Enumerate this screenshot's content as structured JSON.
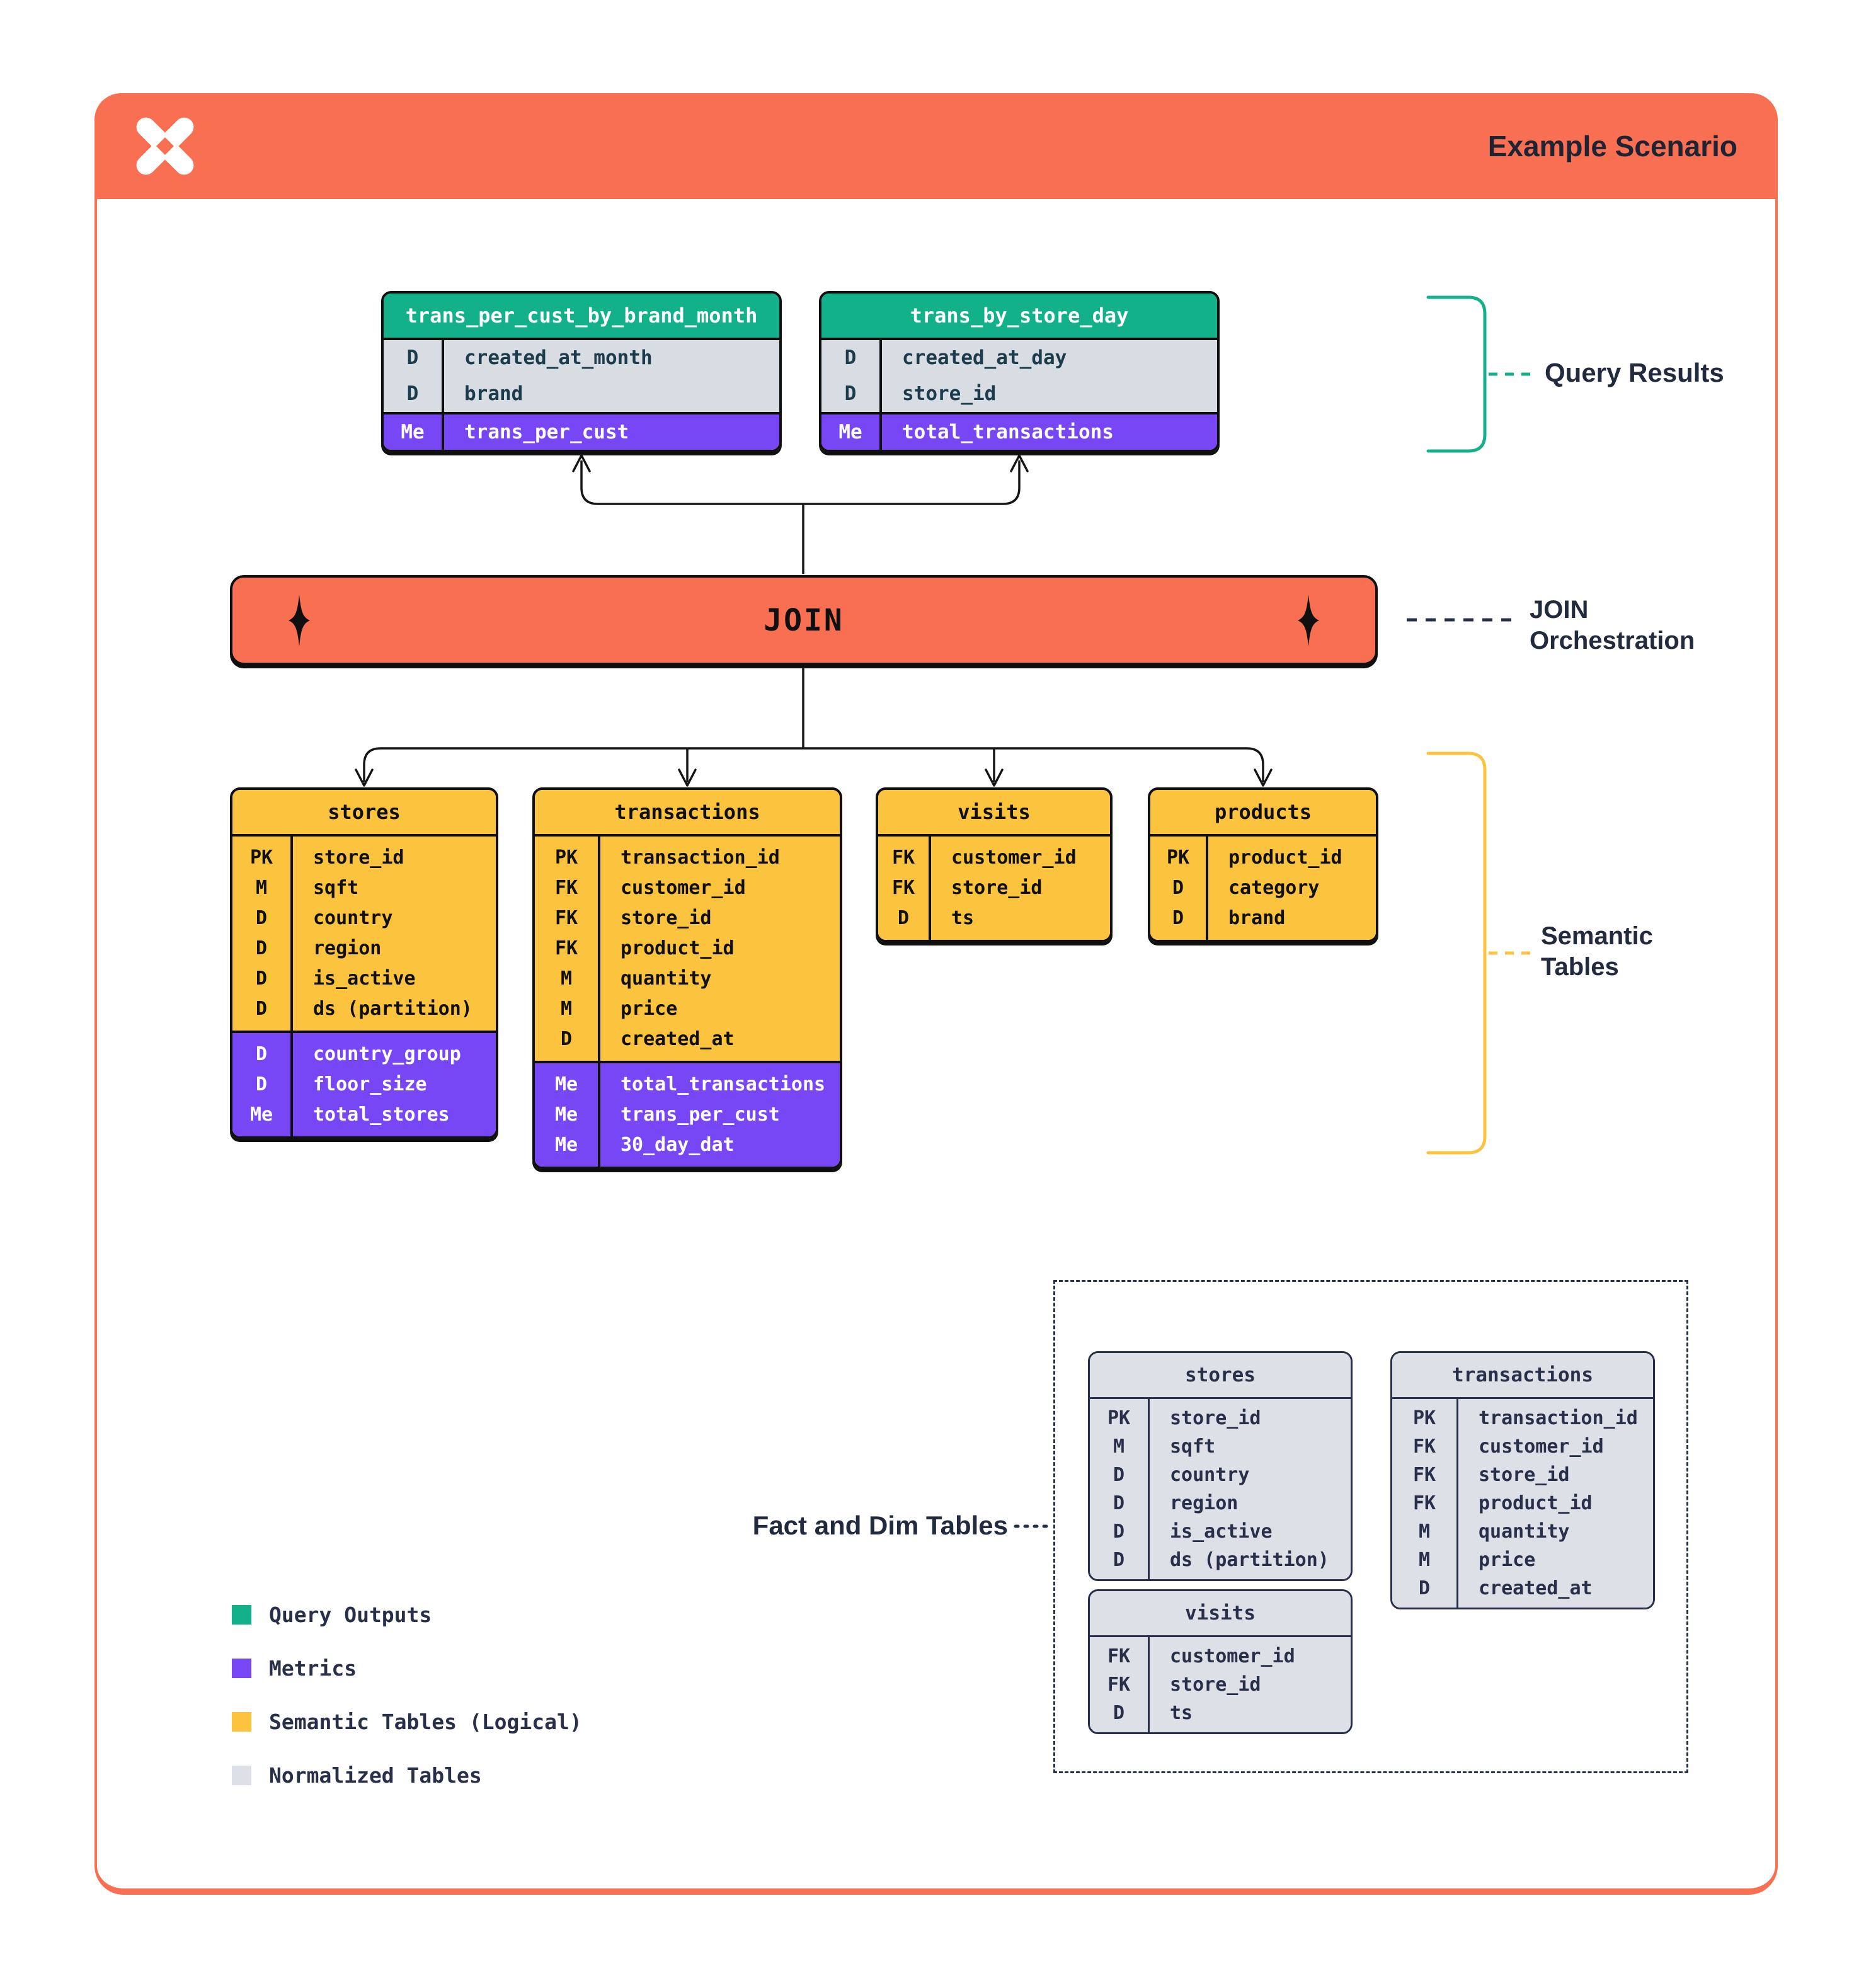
{
  "header": {
    "title": "Example Scenario"
  },
  "join": {
    "label": "JOIN"
  },
  "annotations": {
    "query_results": "Query Results",
    "join_line1": "JOIN",
    "join_line2": "Orchestration",
    "semantic_line1": "Semantic",
    "semantic_line2": "Tables",
    "fact_dim": "Fact and Dim Tables"
  },
  "query_tables": [
    {
      "name": "trans_per_cust_by_brand_month",
      "sections": [
        {
          "kind": "dims",
          "rows": [
            [
              "D",
              "created_at_month"
            ],
            [
              "D",
              "brand"
            ]
          ]
        },
        {
          "kind": "metrics",
          "rows": [
            [
              "Me",
              "trans_per_cust"
            ]
          ]
        }
      ]
    },
    {
      "name": "trans_by_store_day",
      "sections": [
        {
          "kind": "dims",
          "rows": [
            [
              "D",
              "created_at_day"
            ],
            [
              "D",
              "store_id"
            ]
          ]
        },
        {
          "kind": "metrics",
          "rows": [
            [
              "Me",
              "total_transactions"
            ]
          ]
        }
      ]
    }
  ],
  "semantic_tables": [
    {
      "name": "stores",
      "sections": [
        {
          "kind": "fields",
          "rows": [
            [
              "PK",
              "store_id"
            ],
            [
              "M",
              "sqft"
            ],
            [
              "D",
              "country"
            ],
            [
              "D",
              "region"
            ],
            [
              "D",
              "is_active"
            ],
            [
              "D",
              "ds (partition)"
            ]
          ]
        },
        {
          "kind": "metrics",
          "rows": [
            [
              "D",
              "country_group"
            ],
            [
              "D",
              "floor_size"
            ],
            [
              "Me",
              "total_stores"
            ]
          ]
        }
      ]
    },
    {
      "name": "transactions",
      "sections": [
        {
          "kind": "fields",
          "rows": [
            [
              "PK",
              "transaction_id"
            ],
            [
              "FK",
              "customer_id"
            ],
            [
              "FK",
              "store_id"
            ],
            [
              "FK",
              "product_id"
            ],
            [
              "M",
              "quantity"
            ],
            [
              "M",
              "price"
            ],
            [
              "D",
              "created_at"
            ]
          ]
        },
        {
          "kind": "metrics",
          "rows": [
            [
              "Me",
              "total_transactions"
            ],
            [
              "Me",
              "trans_per_cust"
            ],
            [
              "Me",
              "30_day_dat"
            ]
          ]
        }
      ]
    },
    {
      "name": "visits",
      "sections": [
        {
          "kind": "fields",
          "rows": [
            [
              "FK",
              "customer_id"
            ],
            [
              "FK",
              "store_id"
            ],
            [
              "D",
              "ts"
            ]
          ]
        }
      ]
    },
    {
      "name": "products",
      "sections": [
        {
          "kind": "fields",
          "rows": [
            [
              "PK",
              "product_id"
            ],
            [
              "D",
              "category"
            ],
            [
              "D",
              "brand"
            ]
          ]
        }
      ]
    }
  ],
  "normalized_tables": [
    {
      "name": "stores",
      "sections": [
        {
          "kind": "fields",
          "rows": [
            [
              "PK",
              "store_id"
            ],
            [
              "M",
              "sqft"
            ],
            [
              "D",
              "country"
            ],
            [
              "D",
              "region"
            ],
            [
              "D",
              "is_active"
            ],
            [
              "D",
              "ds (partition)"
            ]
          ]
        }
      ]
    },
    {
      "name": "transactions",
      "sections": [
        {
          "kind": "fields",
          "rows": [
            [
              "PK",
              "transaction_id"
            ],
            [
              "FK",
              "customer_id"
            ],
            [
              "FK",
              "store_id"
            ],
            [
              "FK",
              "product_id"
            ],
            [
              "M",
              "quantity"
            ],
            [
              "M",
              "price"
            ],
            [
              "D",
              "created_at"
            ]
          ]
        }
      ]
    },
    {
      "name": "visits",
      "sections": [
        {
          "kind": "fields",
          "rows": [
            [
              "FK",
              "customer_id"
            ],
            [
              "FK",
              "store_id"
            ],
            [
              "D",
              "ts"
            ]
          ]
        }
      ]
    }
  ],
  "legend": [
    {
      "color": "#13B189",
      "label": "Query Outputs"
    },
    {
      "color": "#7847F5",
      "label": "Metrics"
    },
    {
      "color": "#FBC33E",
      "label": "Semantic Tables (Logical)"
    },
    {
      "color": "#DDE1E7",
      "label": "Normalized Tables"
    }
  ],
  "colors": {
    "orange": "#F96F51",
    "green": "#13B189",
    "purple": "#7847F5",
    "yellow": "#FBC33E",
    "normalized_gray": "#DDE1E7",
    "navy": "#283049",
    "line_black": "#151515"
  }
}
